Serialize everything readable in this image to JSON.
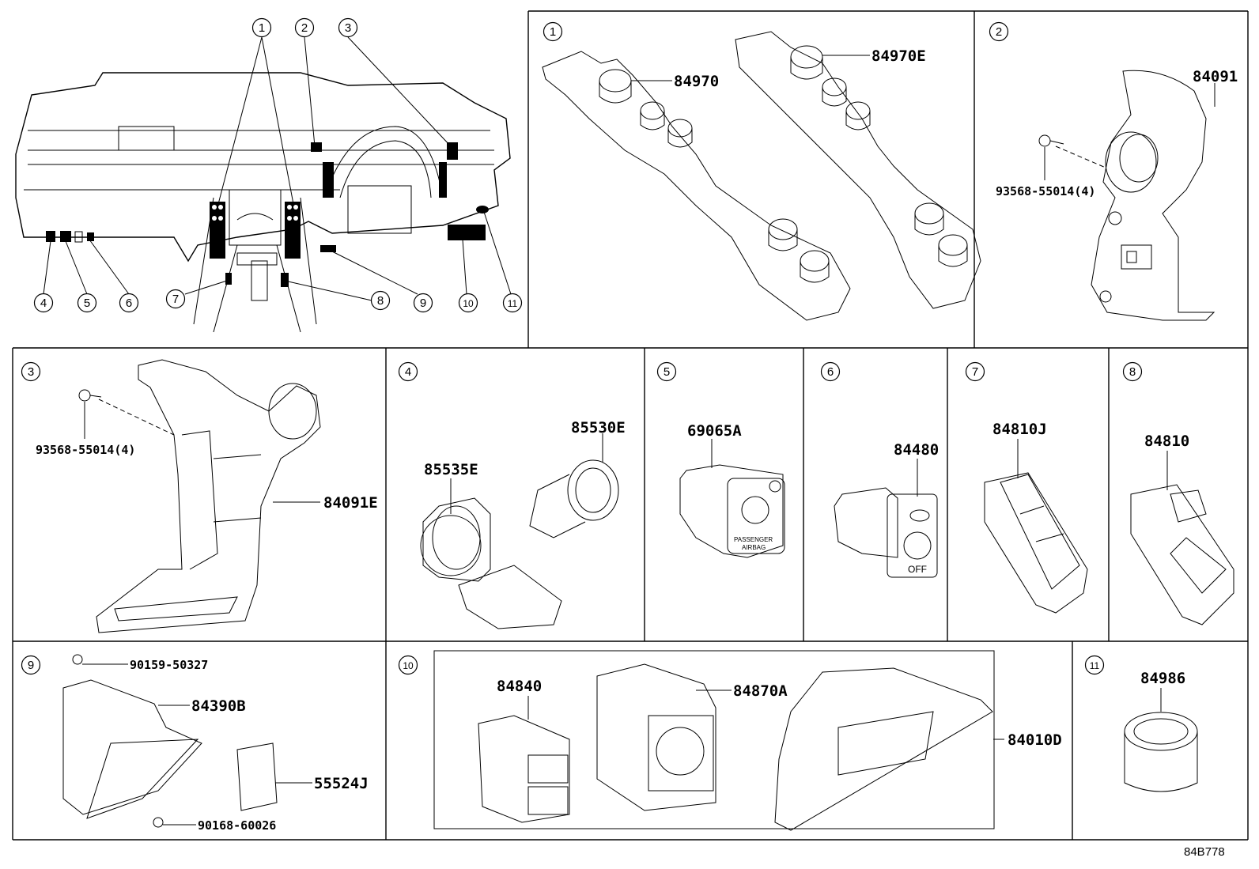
{
  "overview": {
    "callouts": [
      "1",
      "2",
      "3",
      "4",
      "5",
      "6",
      "7",
      "8",
      "9",
      "10",
      "11"
    ]
  },
  "panels": {
    "p1": {
      "callout": "1",
      "parts": [
        "84970",
        "84970E"
      ]
    },
    "p2": {
      "callout": "2",
      "parts": [
        "84091",
        "93568-55014(4)"
      ]
    },
    "p3": {
      "callout": "3",
      "parts": [
        "93568-55014(4)",
        "84091E"
      ]
    },
    "p4": {
      "callout": "4",
      "parts": [
        "85530E",
        "85535E"
      ]
    },
    "p5": {
      "callout": "5",
      "parts": [
        "69065A"
      ],
      "labels": [
        "PASSENGER",
        "AIRBAG"
      ]
    },
    "p6": {
      "callout": "6",
      "parts": [
        "84480"
      ],
      "labels": [
        "OFF"
      ]
    },
    "p7": {
      "callout": "7",
      "parts": [
        "84810J"
      ]
    },
    "p8": {
      "callout": "8",
      "parts": [
        "84810"
      ]
    },
    "p9": {
      "callout": "9",
      "parts": [
        "90159-50327",
        "84390B",
        "55524J",
        "90168-60026"
      ]
    },
    "p10": {
      "callout": "10",
      "parts": [
        "84840",
        "84870A",
        "84010D"
      ]
    },
    "p11": {
      "callout": "11",
      "parts": [
        "84986"
      ]
    }
  },
  "footer": {
    "ref": "84B778"
  }
}
